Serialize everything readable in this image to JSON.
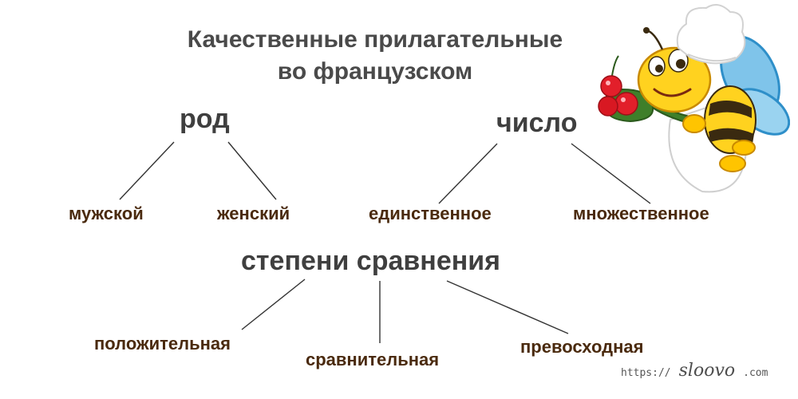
{
  "title": {
    "line1": "Качественные прилагательные",
    "line2": "во французском"
  },
  "categories": {
    "gender": {
      "label": "род",
      "items": [
        "мужской",
        "женский"
      ]
    },
    "number": {
      "label": "число",
      "items": [
        "единственное",
        "множественное"
      ]
    },
    "comparison": {
      "label": "степени сравнения",
      "items": [
        "положительная",
        "сравнительная",
        "превосходная"
      ]
    }
  },
  "watermark": {
    "protocol": "https://",
    "brand": "sloovo",
    "tld": ".com"
  },
  "mascot": "bee-chef-holding-cherries"
}
